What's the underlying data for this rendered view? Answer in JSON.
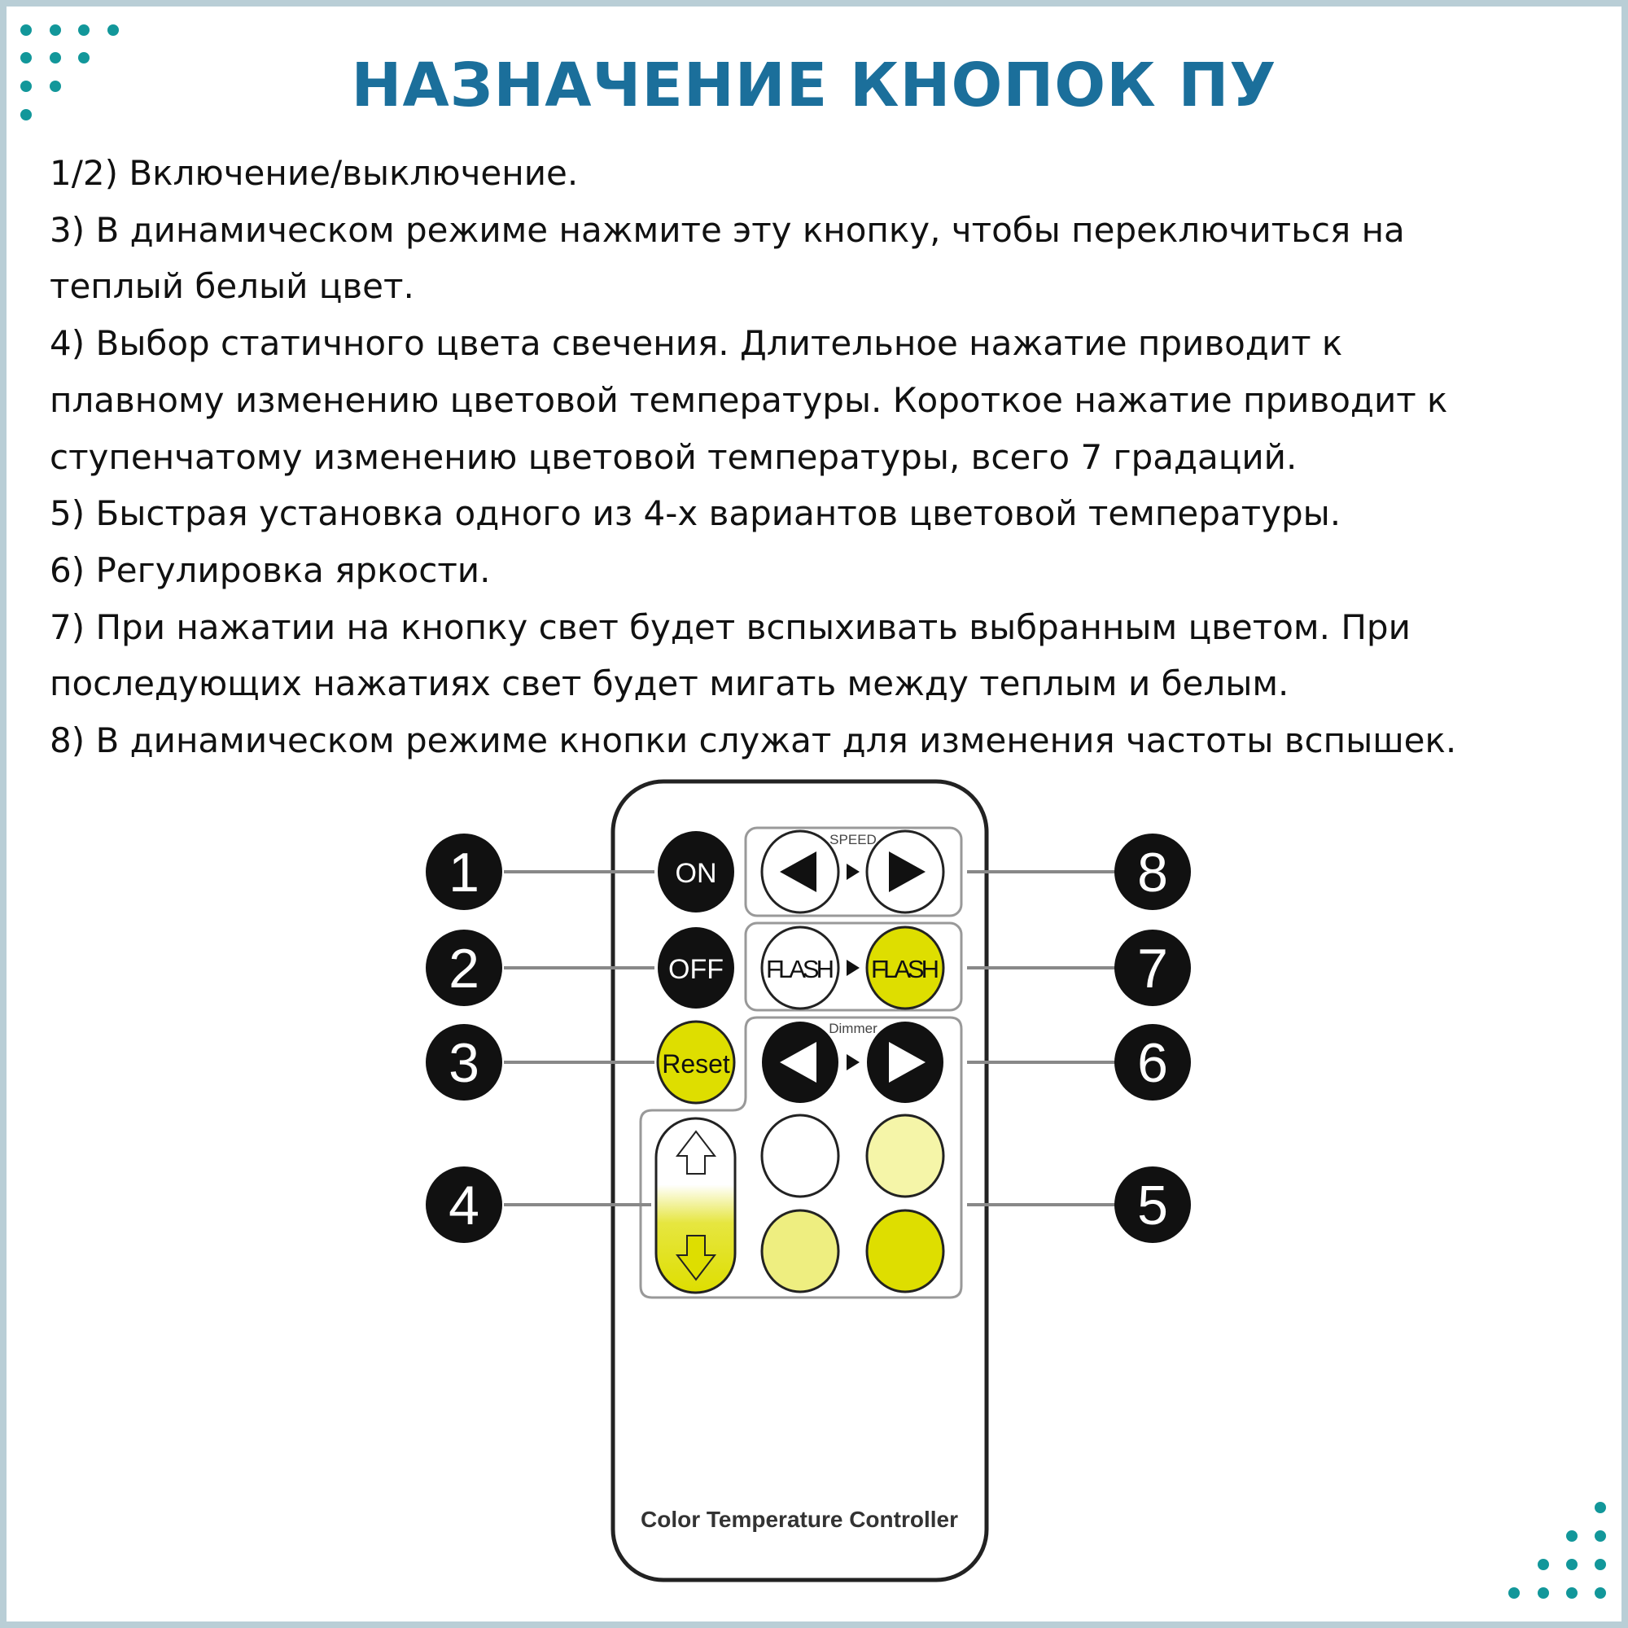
{
  "title": "НАЗНАЧЕНИЕ КНОПОК ПУ",
  "lines": [
    "1/2) Включение/выключение.",
    "3) В динамическом режиме нажмите эту кнопку, чтобы переключиться на",
    "теплый белый цвет.",
    "4) Выбор статичного цвета свечения. Длительное нажатие приводит к",
    "плавному изменению цветовой температуры. Короткое нажатие приводит к",
    "ступенчатому изменению цветовой температуры, всего 7 градаций.",
    "5) Быстрая установка одного из 4-х вариантов цветовой температуры.",
    "6) Регулировка яркости.",
    "7) При нажатии на кнопку свет будет вспыхивать выбранным цветом. При",
    "последующих нажатиях свет будет мигать между теплым и белым.",
    "8) В динамическом режиме кнопки служат для изменения частоты вспышек."
  ],
  "remote": {
    "on": "ON",
    "off": "OFF",
    "reset": "Reset",
    "speed": "SPEED",
    "flash": "FLASH",
    "dimmer": "Dimmer",
    "label": "Color Temperature Controller",
    "callouts": [
      "1",
      "2",
      "3",
      "4",
      "5",
      "6",
      "7",
      "8"
    ]
  },
  "colors": {
    "accent": "#1b6f9b",
    "dots": "#12979a",
    "frame": "#b9ced6",
    "yellow": "#dede00",
    "light_yellow": "#f5f5a8",
    "mid_yellow": "#eeee80"
  }
}
